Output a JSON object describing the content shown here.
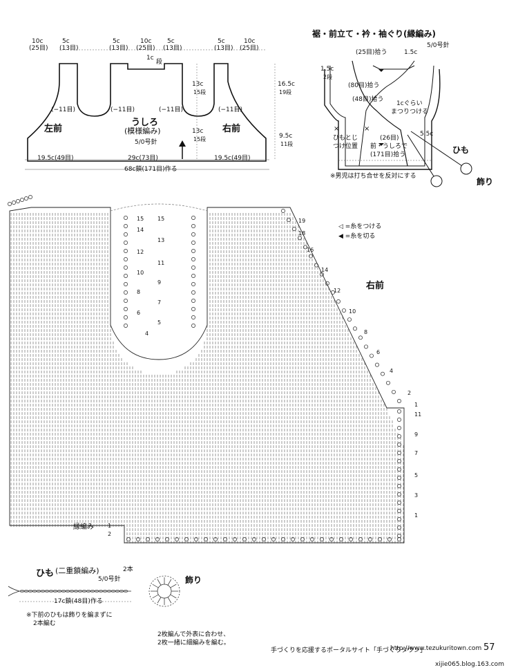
{
  "schematic": {
    "top_dims": [
      "10c",
      "(25目)",
      "5c",
      "(13目)",
      "5c",
      "(13目)",
      "10c",
      "(25目)",
      "5c",
      "(13目)",
      "5c",
      "(13目)",
      "10c",
      "(25目)"
    ],
    "neck_step": "1c",
    "neck_step_rows": "段",
    "rows_minus": [
      "(−11目)",
      "(−11目)",
      "(−11目)",
      "(−11目)"
    ],
    "left_front": "左前",
    "back": "うしろ",
    "back_pattern": "(模様編み)",
    "right_front": "右前",
    "needle": "5/0号針",
    "armhole_h": "13c",
    "armhole_rows": "15段",
    "lower_h": "13c",
    "lower_rows": "15段",
    "right_h1": "16.5c",
    "right_rows1": "19段",
    "right_h2": "9.5c",
    "right_rows2": "11段",
    "bottom_left": "19.5c(49目)",
    "bottom_mid": "29c(73目)",
    "bottom_right": "19.5c(49目)",
    "total": "68c鎖(171目)作る"
  },
  "edging": {
    "title": "裾・前立て・衿・袖ぐり(縁編み)",
    "needle": "5/0号針",
    "pick1": "(25目)拾う",
    "sz1": "1.5c",
    "left_h": "1.5c",
    "left_rows": "2段",
    "pick2": "(80目)拾う",
    "pick3": "(48目)拾う",
    "note1": "1cぐらい",
    "note2": "まつりつける",
    "tie_pos1": "ひもとじ",
    "tie_pos2": "つけ位置",
    "pick4": "(26目)",
    "pick5": "前・うしろで",
    "pick6": "(171目)拾う",
    "sz2": "5.5c",
    "himo": "ひも",
    "kazari": "飾り",
    "footnote": "※男児は打ち合せを反対にする"
  },
  "chart": {
    "right_front": "右前",
    "legend1": "◁ =糸をつける",
    "legend2": "◀ =糸を切る",
    "border_label": "縁編み",
    "left_rows": [
      "15",
      "14",
      "13",
      "12",
      "11",
      "10",
      "9",
      "8",
      "7",
      "6",
      "5",
      "4"
    ],
    "right_rows": [
      "19",
      "18",
      "16",
      "14",
      "12",
      "10",
      "8",
      "6",
      "4",
      "2",
      "1",
      "11",
      "9",
      "7",
      "5",
      "3",
      "1"
    ],
    "border_rows": [
      "1",
      "2"
    ]
  },
  "cord": {
    "title": "ひも",
    "subtitle": "(二重鎖編み)",
    "count": "2本",
    "needle": "5/0号針",
    "length": "17c鎖(48目)作る",
    "note1": "※下前のひもは飾りを編まずに",
    "note2": "2本編む",
    "ornament": "飾り",
    "orn_note1": "2枚編んで外表に合わせ、",
    "orn_note2": "2枚一緒に細編みを編む。"
  },
  "footer": {
    "left": "手づくりを応援するポータルサイト「手づくりタウン」",
    "url": "http://www.tezukuritown.com",
    "page": "57",
    "credit": "xijie065.blog.163.com"
  }
}
